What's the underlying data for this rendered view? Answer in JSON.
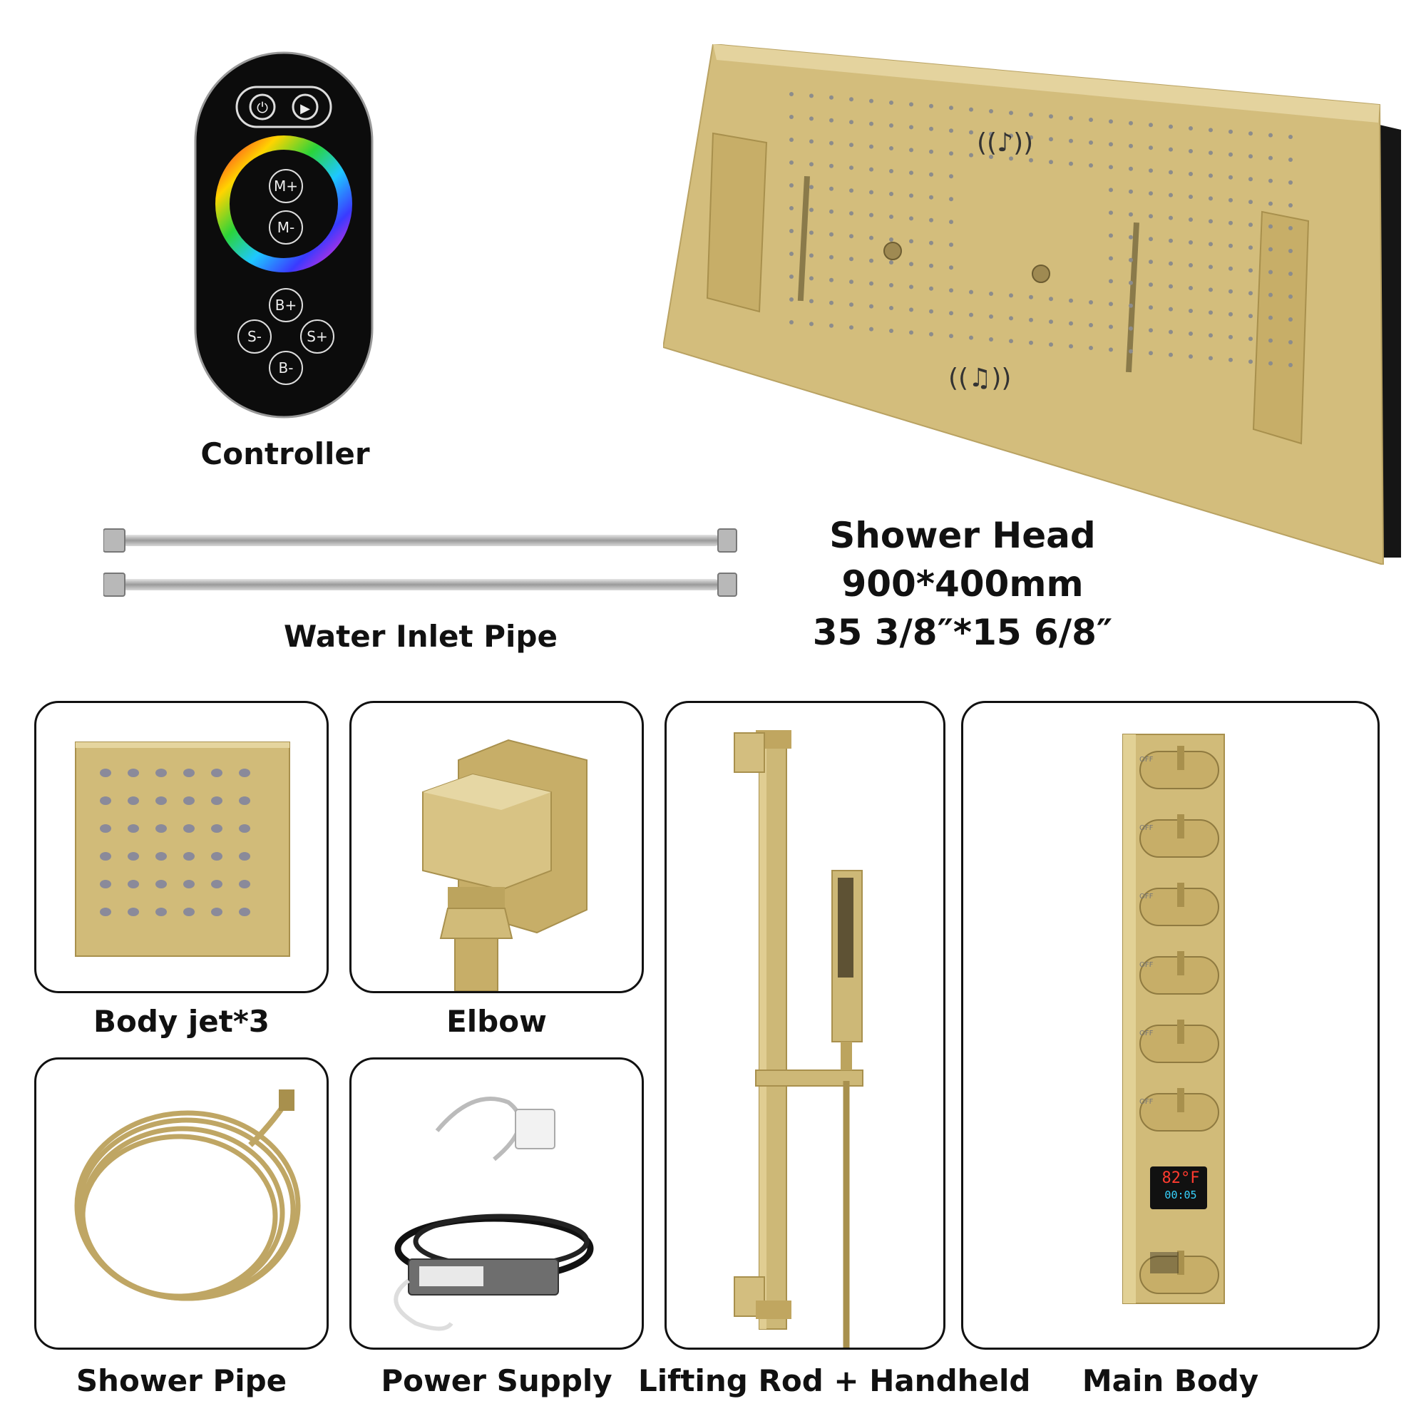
{
  "labels": {
    "controller": "Controller",
    "shower_head": "Shower Head",
    "shower_head_size_mm": "900*400mm",
    "shower_head_size_in": "35 3/8″*15 6/8″",
    "water_inlet_pipe": "Water Inlet Pipe",
    "body_jet": "Body jet*3",
    "elbow": "Elbow",
    "shower_pipe": "Shower Pipe",
    "power_supply": "Power Supply",
    "lifting_rod": "Lifting Rod + Handheld",
    "main_body": "Main Body"
  },
  "remote": {
    "buttons": [
      "M+",
      "M-",
      "B+",
      "S-",
      "S+",
      "B-"
    ]
  },
  "main_body": {
    "knob_marks": [
      "OFF",
      "OFF",
      "OFF",
      "OFF",
      "OFF",
      "OFF"
    ],
    "display_temp": "82°F",
    "display_time": "00:05"
  },
  "colors": {
    "gold": "#cdb877",
    "gold_dark": "#a8904d",
    "outline": "#111111"
  }
}
